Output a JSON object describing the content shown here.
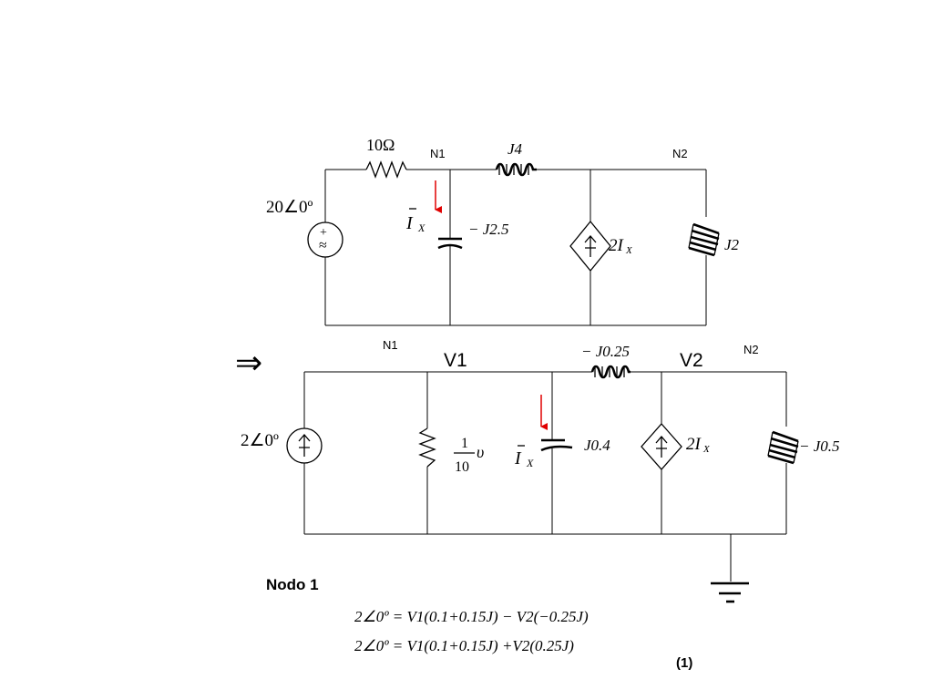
{
  "circuit1": {
    "resistor_label": "10Ω",
    "source_label": "20∠0º",
    "node1_label": "N1",
    "node2_label": "N2",
    "inductor_top_label": "J4",
    "capacitor_label": "− J2.5",
    "current_label": "I",
    "current_sub": "X",
    "dep_source_label": "2I",
    "dep_source_sub": "X",
    "inductor_right_label": "J2"
  },
  "arrow_symbol": "⇒",
  "circuit2": {
    "node1_label": "N1",
    "node2_label": "N2",
    "v1_label": "V1",
    "v2_label": "V2",
    "source_label": "2∠0º",
    "conductance_num": "1",
    "conductance_den": "10",
    "conductance_unit": "υ",
    "current_label": "I",
    "current_sub": "X",
    "capacitor_label": "J0.4",
    "inductor_top_label": "− J0.25",
    "dep_source_label": "2I",
    "dep_source_sub": "X",
    "inductor_right_label": "− J0.5"
  },
  "equations": {
    "heading": "Nodo 1",
    "eq1": "2∠0º = V1(0.1+0.15J) − V2(−0.25J)",
    "eq2": "2∠0º = V1(0.1+0.15J) +V2(0.25J)",
    "eq_number": "(1)"
  },
  "colors": {
    "current_arrow": "#e00000",
    "ink": "#000000"
  }
}
